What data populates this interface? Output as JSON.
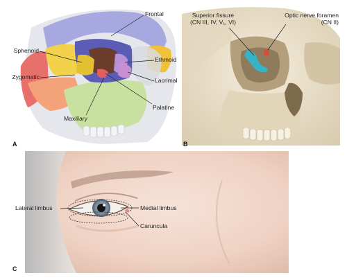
{
  "figure": {
    "panel_a": {
      "letter": "A",
      "labels": {
        "frontal": "Frontal",
        "sphenoid": "Sphenoid",
        "zygomatic": "Zygomatic",
        "maxillary": "Maxillary",
        "ethmoid": "Ethmoid",
        "lacrimal": "Lacrimal",
        "palatine": "Palatine"
      },
      "colors": {
        "frontal": "#a7a8e0",
        "sphenoid": "#f1d24a",
        "zygomatic": "#f3a27a",
        "maxillary": "#c8e1a0",
        "ethmoid": "#b892d6",
        "lacrimal": "#c890d0",
        "palatine": "#e06060",
        "nasal": "#f0c23a",
        "skull_left": "#e8706b"
      }
    },
    "panel_b": {
      "letter": "B",
      "labels": {
        "superior_fissure_line1": "Superior fissure",
        "superior_fissure_line2": "(CN III, IV, V₁, VI)",
        "optic_foramen_line1": "Optic nerve foramen",
        "optic_foramen_line2": "(CN II)"
      },
      "colors": {
        "bone": "#ece3cf",
        "shadow": "#b9ab8a",
        "fissure": "#36b3c6",
        "foramen": "#d84b3a"
      }
    },
    "panel_c": {
      "letter": "C",
      "labels": {
        "lateral_limbus": "Lateral limbus",
        "medial_limbus": "Medial limbus",
        "caruncula": "Caruncula"
      },
      "colors": {
        "skin": "#f0d4c6",
        "iris": "#6f7f92",
        "pupil": "#151515"
      }
    }
  }
}
